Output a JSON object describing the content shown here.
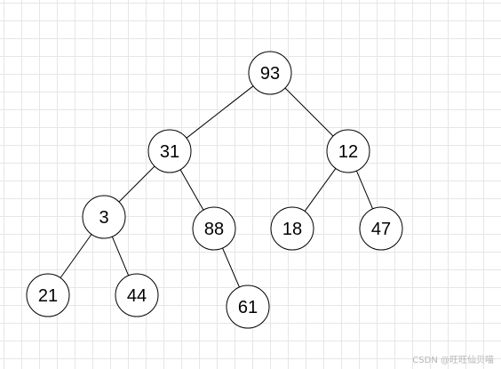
{
  "tree": {
    "nodes": [
      {
        "id": "n93",
        "label": "93"
      },
      {
        "id": "n31",
        "label": "31"
      },
      {
        "id": "n12",
        "label": "12"
      },
      {
        "id": "n3",
        "label": "3"
      },
      {
        "id": "n88",
        "label": "88"
      },
      {
        "id": "n18",
        "label": "18"
      },
      {
        "id": "n47",
        "label": "47"
      },
      {
        "id": "n21",
        "label": "21"
      },
      {
        "id": "n44",
        "label": "44"
      },
      {
        "id": "n61",
        "label": "61"
      }
    ],
    "edges": [
      {
        "from": "n93",
        "to": "n31"
      },
      {
        "from": "n93",
        "to": "n12"
      },
      {
        "from": "n31",
        "to": "n3"
      },
      {
        "from": "n31",
        "to": "n88"
      },
      {
        "from": "n12",
        "to": "n18"
      },
      {
        "from": "n12",
        "to": "n47"
      },
      {
        "from": "n3",
        "to": "n21"
      },
      {
        "from": "n3",
        "to": "n44"
      },
      {
        "from": "n88",
        "to": "n61"
      }
    ]
  },
  "watermark": "CSDN @旺旺仙贝喵"
}
